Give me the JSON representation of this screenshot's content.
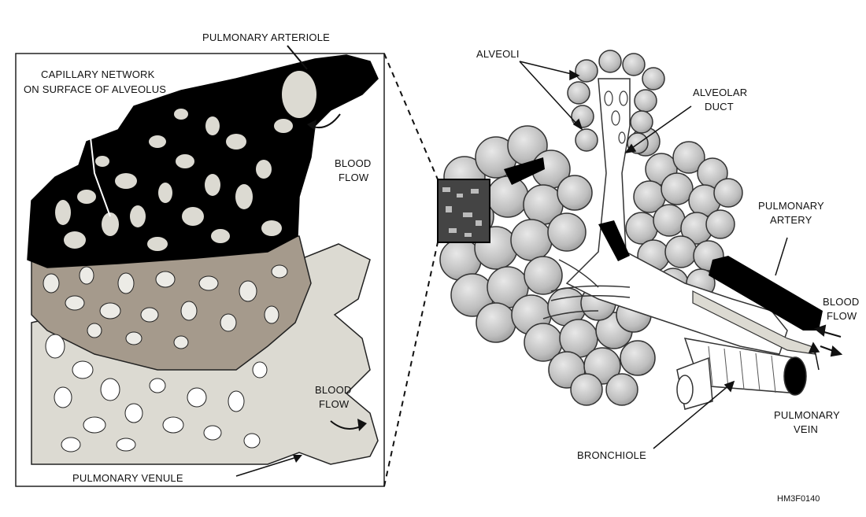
{
  "labels": {
    "pulmonary_arteriole": "PULMONARY ARTERIOLE",
    "capillary_network_line1": "CAPILLARY NETWORK",
    "capillary_network_line2": "ON SURFACE OF ALVEOLUS",
    "blood_flow_top_line1": "BLOOD",
    "blood_flow_top_line2": "FLOW",
    "blood_flow_bottom_line1": "BLOOD",
    "blood_flow_bottom_line2": "FLOW",
    "pulmonary_venule": "PULMONARY VENULE",
    "alveoli": "ALVEOLI",
    "alveolar_duct_line1": "ALVEOLAR",
    "alveolar_duct_line2": "DUCT",
    "pulmonary_artery_line1": "PULMONARY",
    "pulmonary_artery_line2": "ARTERY",
    "blood_flow_right_line1": "BLOOD",
    "blood_flow_right_line2": "FLOW",
    "pulmonary_vein_line1": "PULMONARY",
    "pulmonary_vein_line2": "VEIN",
    "bronchiole": "BRONCHIOLE",
    "figure_code": "HM3F0140"
  },
  "colors": {
    "arteriole_blood": "#000000",
    "capillary_mid": "#a59a8c",
    "venule": "#dcdad2",
    "alveolus": "#c4c4c4",
    "line": "#111111"
  }
}
